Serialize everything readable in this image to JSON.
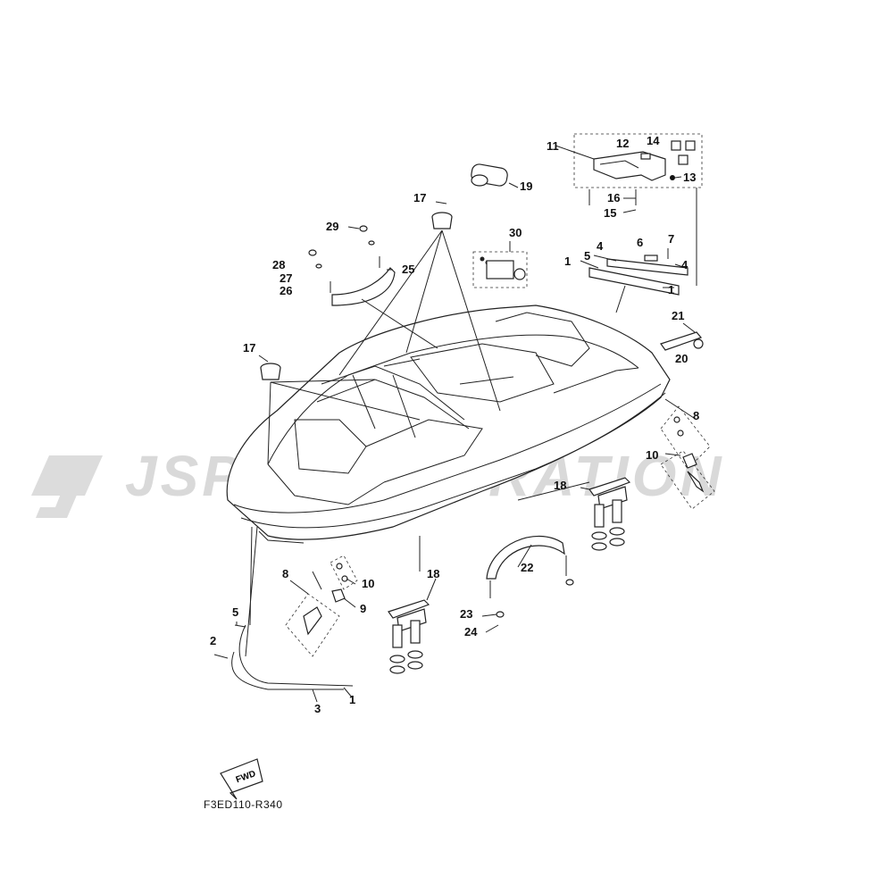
{
  "diagram": {
    "watermark": "JSP CORPORATION",
    "part_code": "F3ED110-R340",
    "fwd_label": "FWD",
    "callouts": [
      "1",
      "2",
      "3",
      "4",
      "5",
      "6",
      "7",
      "8",
      "9",
      "10",
      "11",
      "12",
      "13",
      "14",
      "15",
      "16",
      "17",
      "18",
      "19",
      "20",
      "21",
      "22",
      "23",
      "24",
      "25",
      "26",
      "27",
      "28",
      "29",
      "30"
    ]
  }
}
